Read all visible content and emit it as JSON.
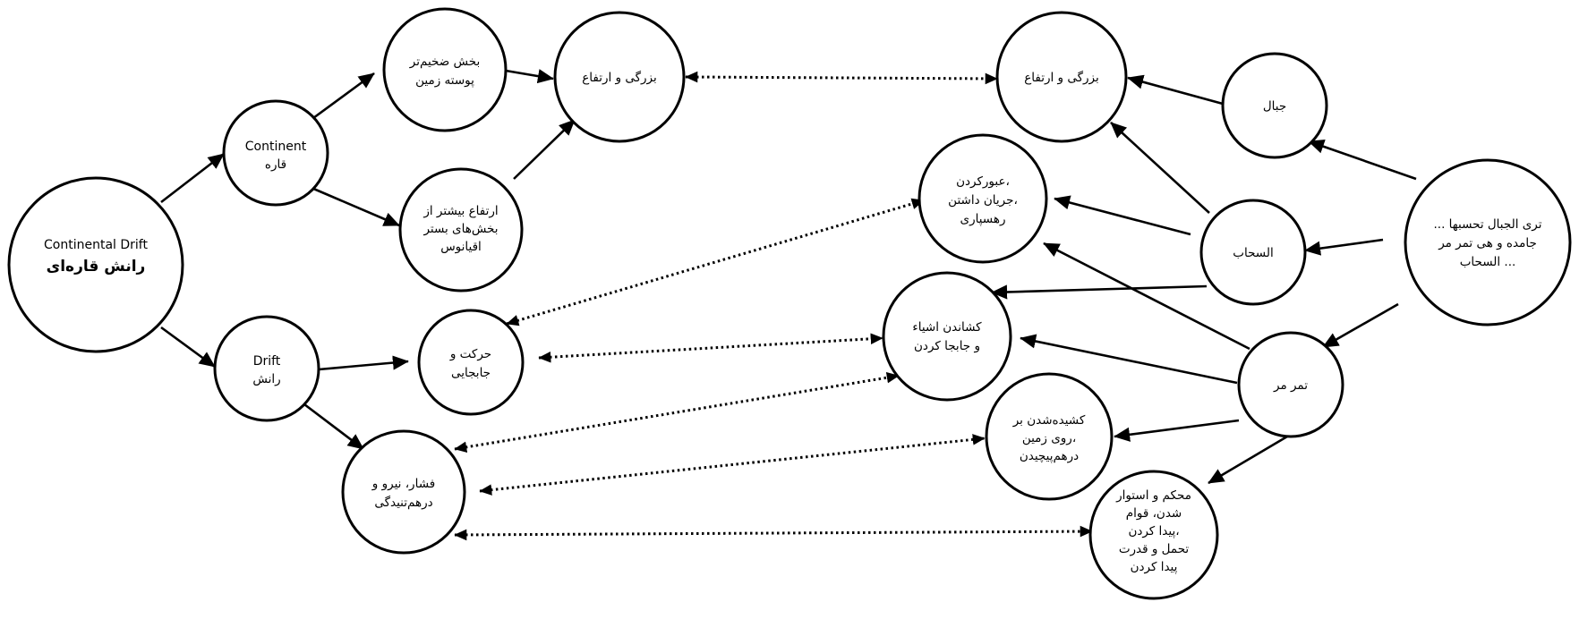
{
  "nodes": {
    "continental_drift": {
      "en": "Continental Drift",
      "fa": "رانش قاره‌ای"
    },
    "continent": {
      "en": "Continent",
      "fa": "قاره"
    },
    "drift": {
      "en": "Drift",
      "fa": "رانش"
    },
    "thicker_crust": {
      "line1": "بخش ضخیم‌تر",
      "line2": "پوسته زمین"
    },
    "higher_than_ocean": {
      "line1": "ارتفاع بیشتر از",
      "line2": "بخش‌های بستر",
      "line3": "اقیانوس"
    },
    "size_height_left": {
      "label": "بزرگی و ارتفاع"
    },
    "motion": {
      "line1": "حرکت و",
      "line2": "جابجایی"
    },
    "pressure": {
      "line1": "فشار، نیرو و",
      "line2": "درهم‌تنیدگی"
    },
    "size_height_right": {
      "label": "بزرگی و ارتفاع"
    },
    "jebal": {
      "label": "جبال"
    },
    "passing": {
      "line1": "عبورکردن،",
      "line2": "جریان داشتن،",
      "line3": "رهسپاری"
    },
    "sahab": {
      "label": "السحاب"
    },
    "quran_verse": {
      "line1": "... تری الجبال تحسبها",
      "line2": "جامده و هی تمر مر",
      "line3": "السحاب ..."
    },
    "pulling": {
      "line1": "کشاندن اشیاء",
      "line2": "و جابجا کردن"
    },
    "tamurru": {
      "label": "تمر مر"
    },
    "dragging": {
      "line1": "کشیده‌شدن بر",
      "line2": "روی زمین،",
      "line3": "درهم‌پیچیدن"
    },
    "firm": {
      "line1": "محکم و استوار",
      "line2": "شدن، قوام",
      "line3": "پیدا کردن،",
      "line4": "تحمل و قدرت",
      "line5": "پیدا کردن"
    }
  }
}
